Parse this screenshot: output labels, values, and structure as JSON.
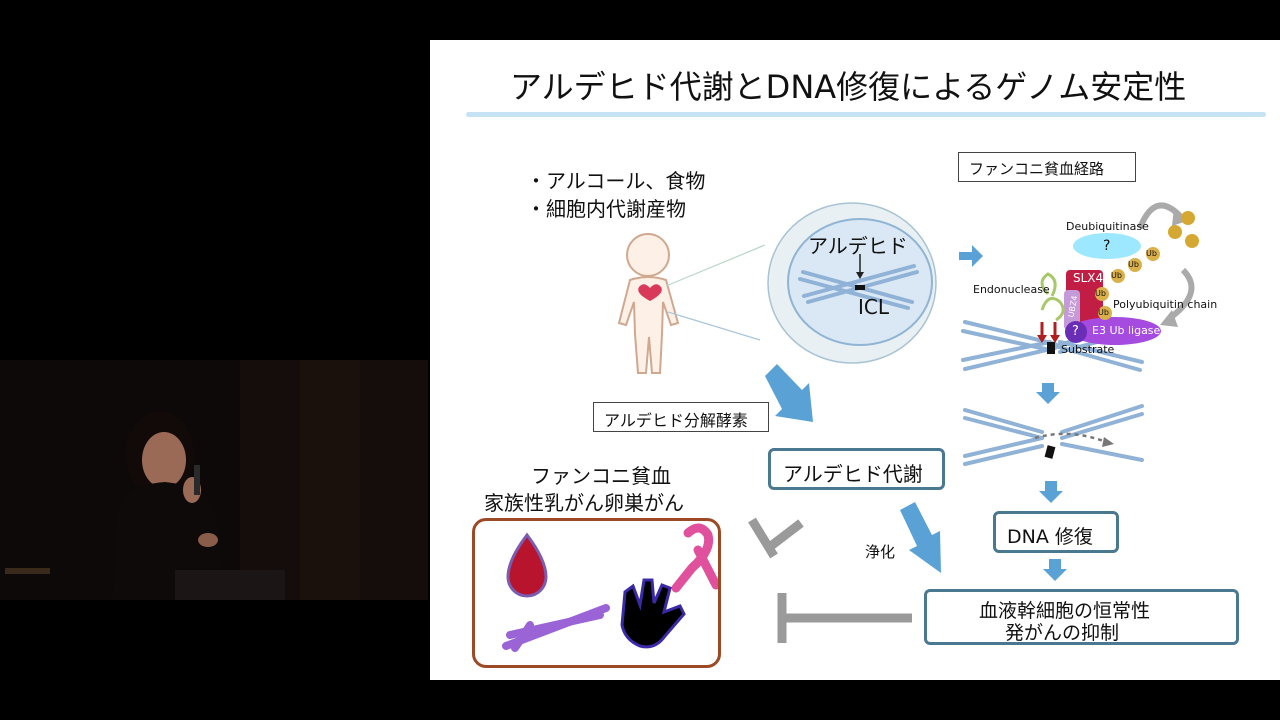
{
  "slide": {
    "title": "アルデヒド代謝とDNA修復によるゲノム安定性",
    "sources": [
      "・アルコール、食物",
      "・細胞内代謝産物"
    ],
    "inset_aldehyde": "アルデヒド",
    "inset_icl": "ICL",
    "enzyme_label": "アルデヒド分解酵素",
    "metabolism_box": "アルデヒド代謝",
    "disease_title_1": "ファンコニ貧血",
    "disease_title_2": "家族性乳がん卵巣がん",
    "purify_label": "浄化",
    "pathway_label": "ファンコニ貧血経路",
    "deubiquitinase": "Deubiquitinase",
    "unknown_mark": "?",
    "ub": "Ub",
    "slx4": "SLX4",
    "ubz4": "UBZ4",
    "endonuclease": "Endonuclease",
    "polyubiquitin": "Polyubiquitin chain",
    "e3_ligase": "E3 Ub ligase",
    "substrate": "Substrate",
    "repair_box": "DNA 修復",
    "outcome_line1": "血液幹細胞の恒常性",
    "outcome_line2": "発がんの抑制"
  },
  "colors": {
    "arrow_blue": "#5aa2d6",
    "box_border": "#4a7891",
    "disease_border": "#9c4a26",
    "inhibit_gray": "#9a9a9a",
    "title_rule": "#c6e3f3"
  }
}
